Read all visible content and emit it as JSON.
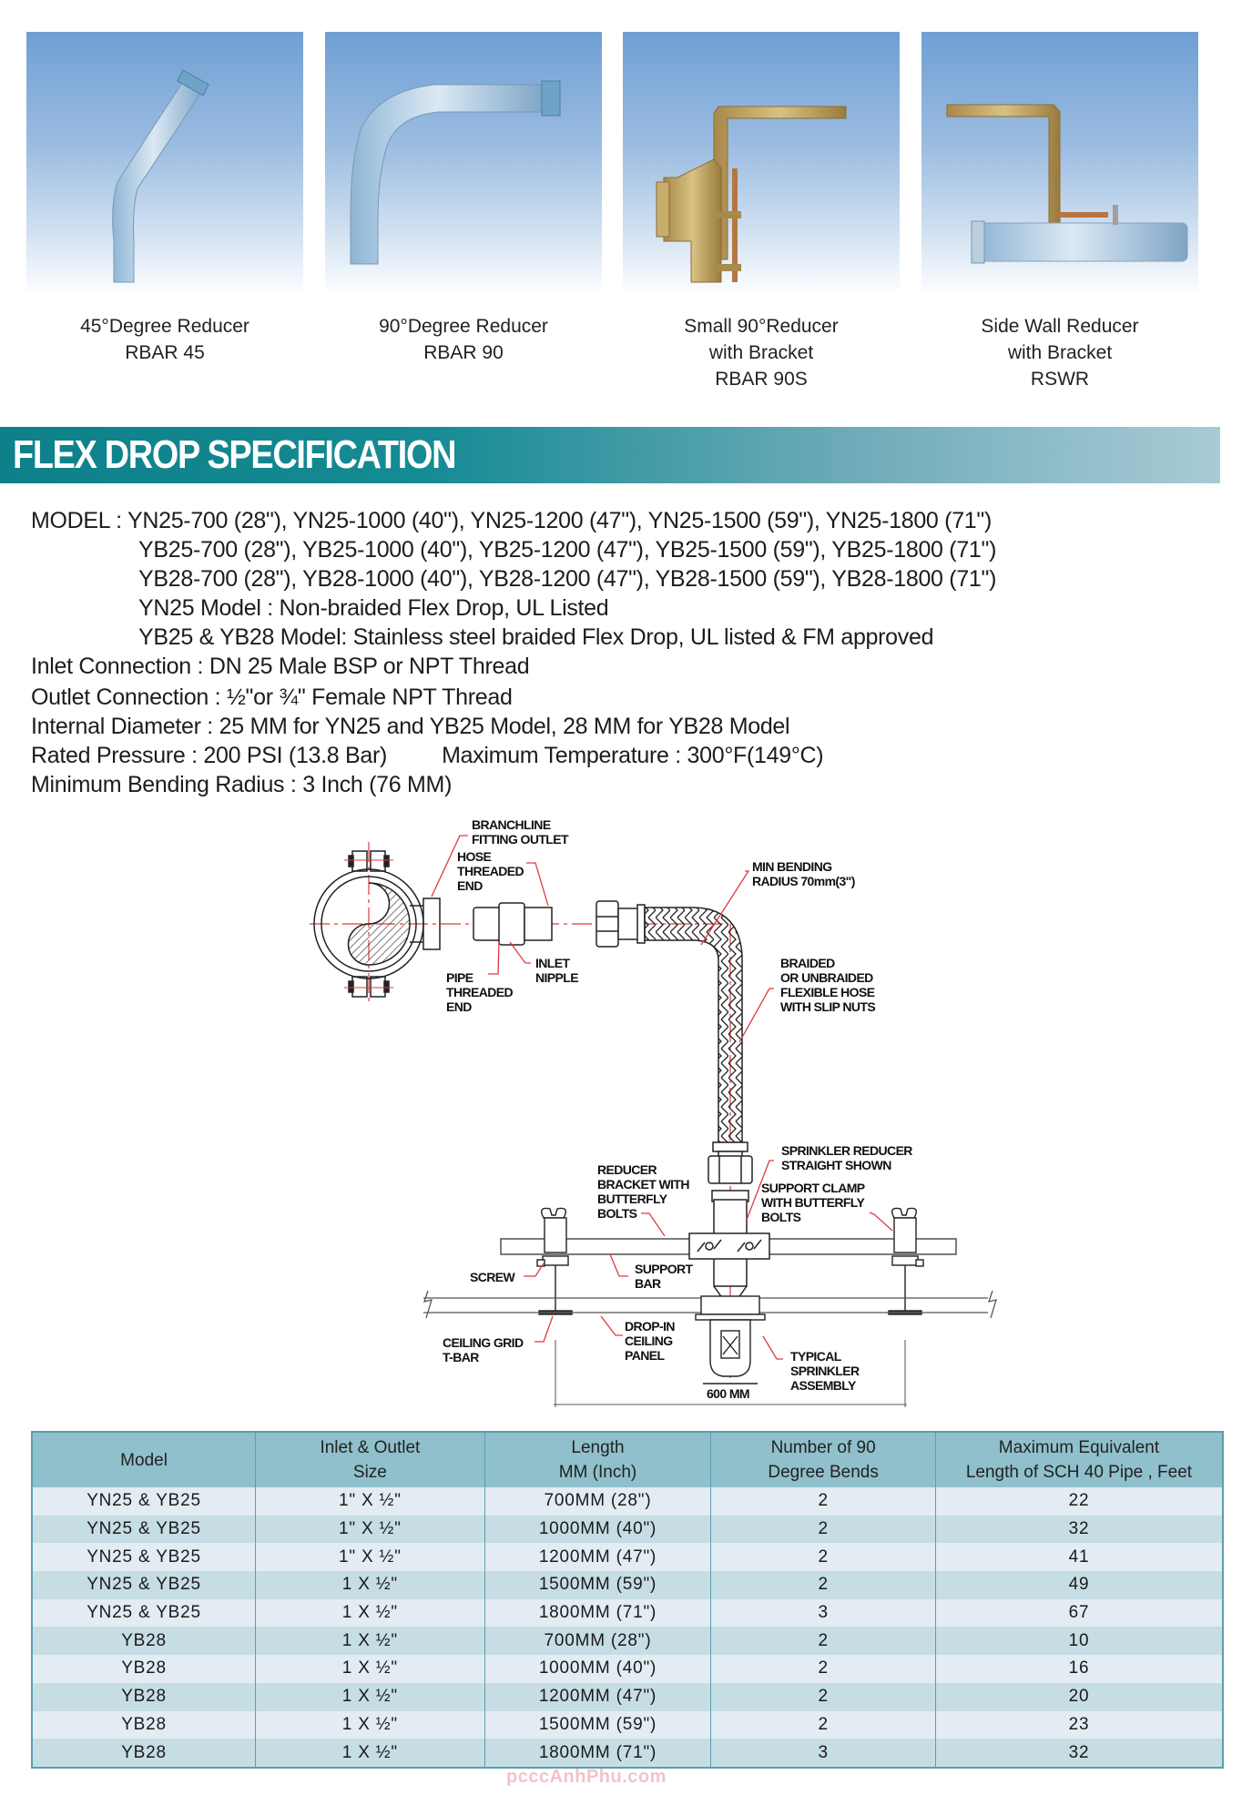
{
  "products": [
    {
      "lines": [
        "45°Degree Reducer",
        "RBAR 45"
      ],
      "icon": "45-degree-reducer-photo"
    },
    {
      "lines": [
        "90°Degree Reducer",
        "RBAR 90"
      ],
      "icon": "90-degree-reducer-photo"
    },
    {
      "lines": [
        "Small 90°Reducer",
        "with Bracket",
        "RBAR 90S"
      ],
      "icon": "small-90-reducer-bracket-photo"
    },
    {
      "lines": [
        "Side Wall Reducer",
        "with Bracket",
        "RSWR"
      ],
      "icon": "side-wall-reducer-bracket-photo"
    }
  ],
  "banner": {
    "title": "FLEX DROP SPECIFICATION",
    "color": "#15868f"
  },
  "specs": {
    "model_label": "MODEL : ",
    "model_lines": [
      "YN25-700 (28\"), YN25-1000 (40\"), YN25-1200 (47\"), YN25-1500 (59\"), YN25-1800 (71\")",
      "YB25-700 (28\"), YB25-1000 (40\"),  YB25-1200 (47\"), YB25-1500 (59\"), YB25-1800 (71\")",
      "YB28-700 (28\"), YB28-1000 (40\"),  YB28-1200 (47\"), YB28-1500 (59\"), YB28-1800 (71\")",
      "YN25 Model : Non-braided Flex Drop, UL Listed",
      "YB25 & YB28 Model: Stainless steel braided Flex Drop, UL listed & FM approved"
    ],
    "inlet": "Inlet  Connection : DN 25 Male BSP or NPT Thread",
    "outlet": "Outlet Connection : ½\"or ¾\" Female NPT Thread",
    "diameter": "Internal Diameter : 25 MM for YN25 and YB25 Model, 28 MM for YB28 Model",
    "pressure": "Rated Pressure : 200 PSI (13.8 Bar)",
    "temperature": "Maximum Temperature : 300°F(149°C)",
    "bending": "Minimum Bending Radius : 3 Inch (76 MM)"
  },
  "diagram": {
    "labels": {
      "branchline": [
        "BRANCHLINE",
        "FITTING OUTLET"
      ],
      "hose_threaded": [
        "HOSE",
        "THREADED",
        "END"
      ],
      "pipe_threaded": [
        "PIPE",
        "THREADED",
        "END"
      ],
      "inlet_nipple": [
        "INLET",
        "NIPPLE"
      ],
      "min_bending": [
        "MIN BENDING",
        "RADIUS 70mm(3\")"
      ],
      "braided": [
        "BRAIDED",
        "OR UNBRAIDED",
        "FLEXIBLE HOSE",
        "WITH SLIP NUTS"
      ],
      "reducer_bracket": [
        "REDUCER",
        "BRACKET WITH",
        "BUTTERFLY",
        "BOLTS"
      ],
      "sprinkler_reducer": [
        "SPRINKLER REDUCER",
        "STRAIGHT SHOWN"
      ],
      "support_clamp": [
        "SUPPORT CLAMP",
        "WITH BUTTERFLY",
        "BOLTS"
      ],
      "screw": [
        "SCREW"
      ],
      "support_bar": [
        "SUPPORT",
        "BAR"
      ],
      "ceiling_grid": [
        "CEILING GRID",
        "T-BAR"
      ],
      "drop_in": [
        "DROP-IN",
        "CEILING",
        "PANEL"
      ],
      "typical_sprinkler": [
        "TYPICAL",
        "SPRINKLER",
        "ASSEMBLY"
      ],
      "dimension": [
        "600 MM"
      ]
    },
    "line_color": "#e0393e"
  },
  "table": {
    "headers": [
      [
        "Model"
      ],
      [
        "Inlet & Outlet",
        "Size"
      ],
      [
        "Length",
        "MM (Inch)"
      ],
      [
        "Number of 90",
        "Degree Bends"
      ],
      [
        "Maximum Equivalent",
        "Length of SCH 40 Pipe , Feet"
      ]
    ],
    "rows": [
      [
        "YN25 & YB25",
        "1\" X ½\"",
        "700MM (28\")",
        "2",
        "22"
      ],
      [
        "YN25 & YB25",
        "1\" X ½\"",
        "1000MM (40\")",
        "2",
        "32"
      ],
      [
        "YN25 & YB25",
        "1\" X ½\"",
        "1200MM (47\")",
        "2",
        "41"
      ],
      [
        "YN25 & YB25",
        "1 X ½\"",
        "1500MM (59\")",
        "2",
        "49"
      ],
      [
        "YN25 & YB25",
        "1 X ½\"",
        "1800MM (71\")",
        "3",
        "67"
      ],
      [
        "YB28",
        "1 X ½\"",
        "700MM (28\")",
        "2",
        "10"
      ],
      [
        "YB28",
        "1 X ½\"",
        "1000MM (40\")",
        "2",
        "16"
      ],
      [
        "YB28",
        "1 X ½\"",
        "1200MM (47\")",
        "2",
        "20"
      ],
      [
        "YB28",
        "1 X ½\"",
        "1500MM (59\")",
        "2",
        "23"
      ],
      [
        "YB28",
        "1 X ½\"",
        "1800MM (71\")",
        "3",
        "32"
      ]
    ]
  },
  "watermark": "pcccAnhPhu.com"
}
